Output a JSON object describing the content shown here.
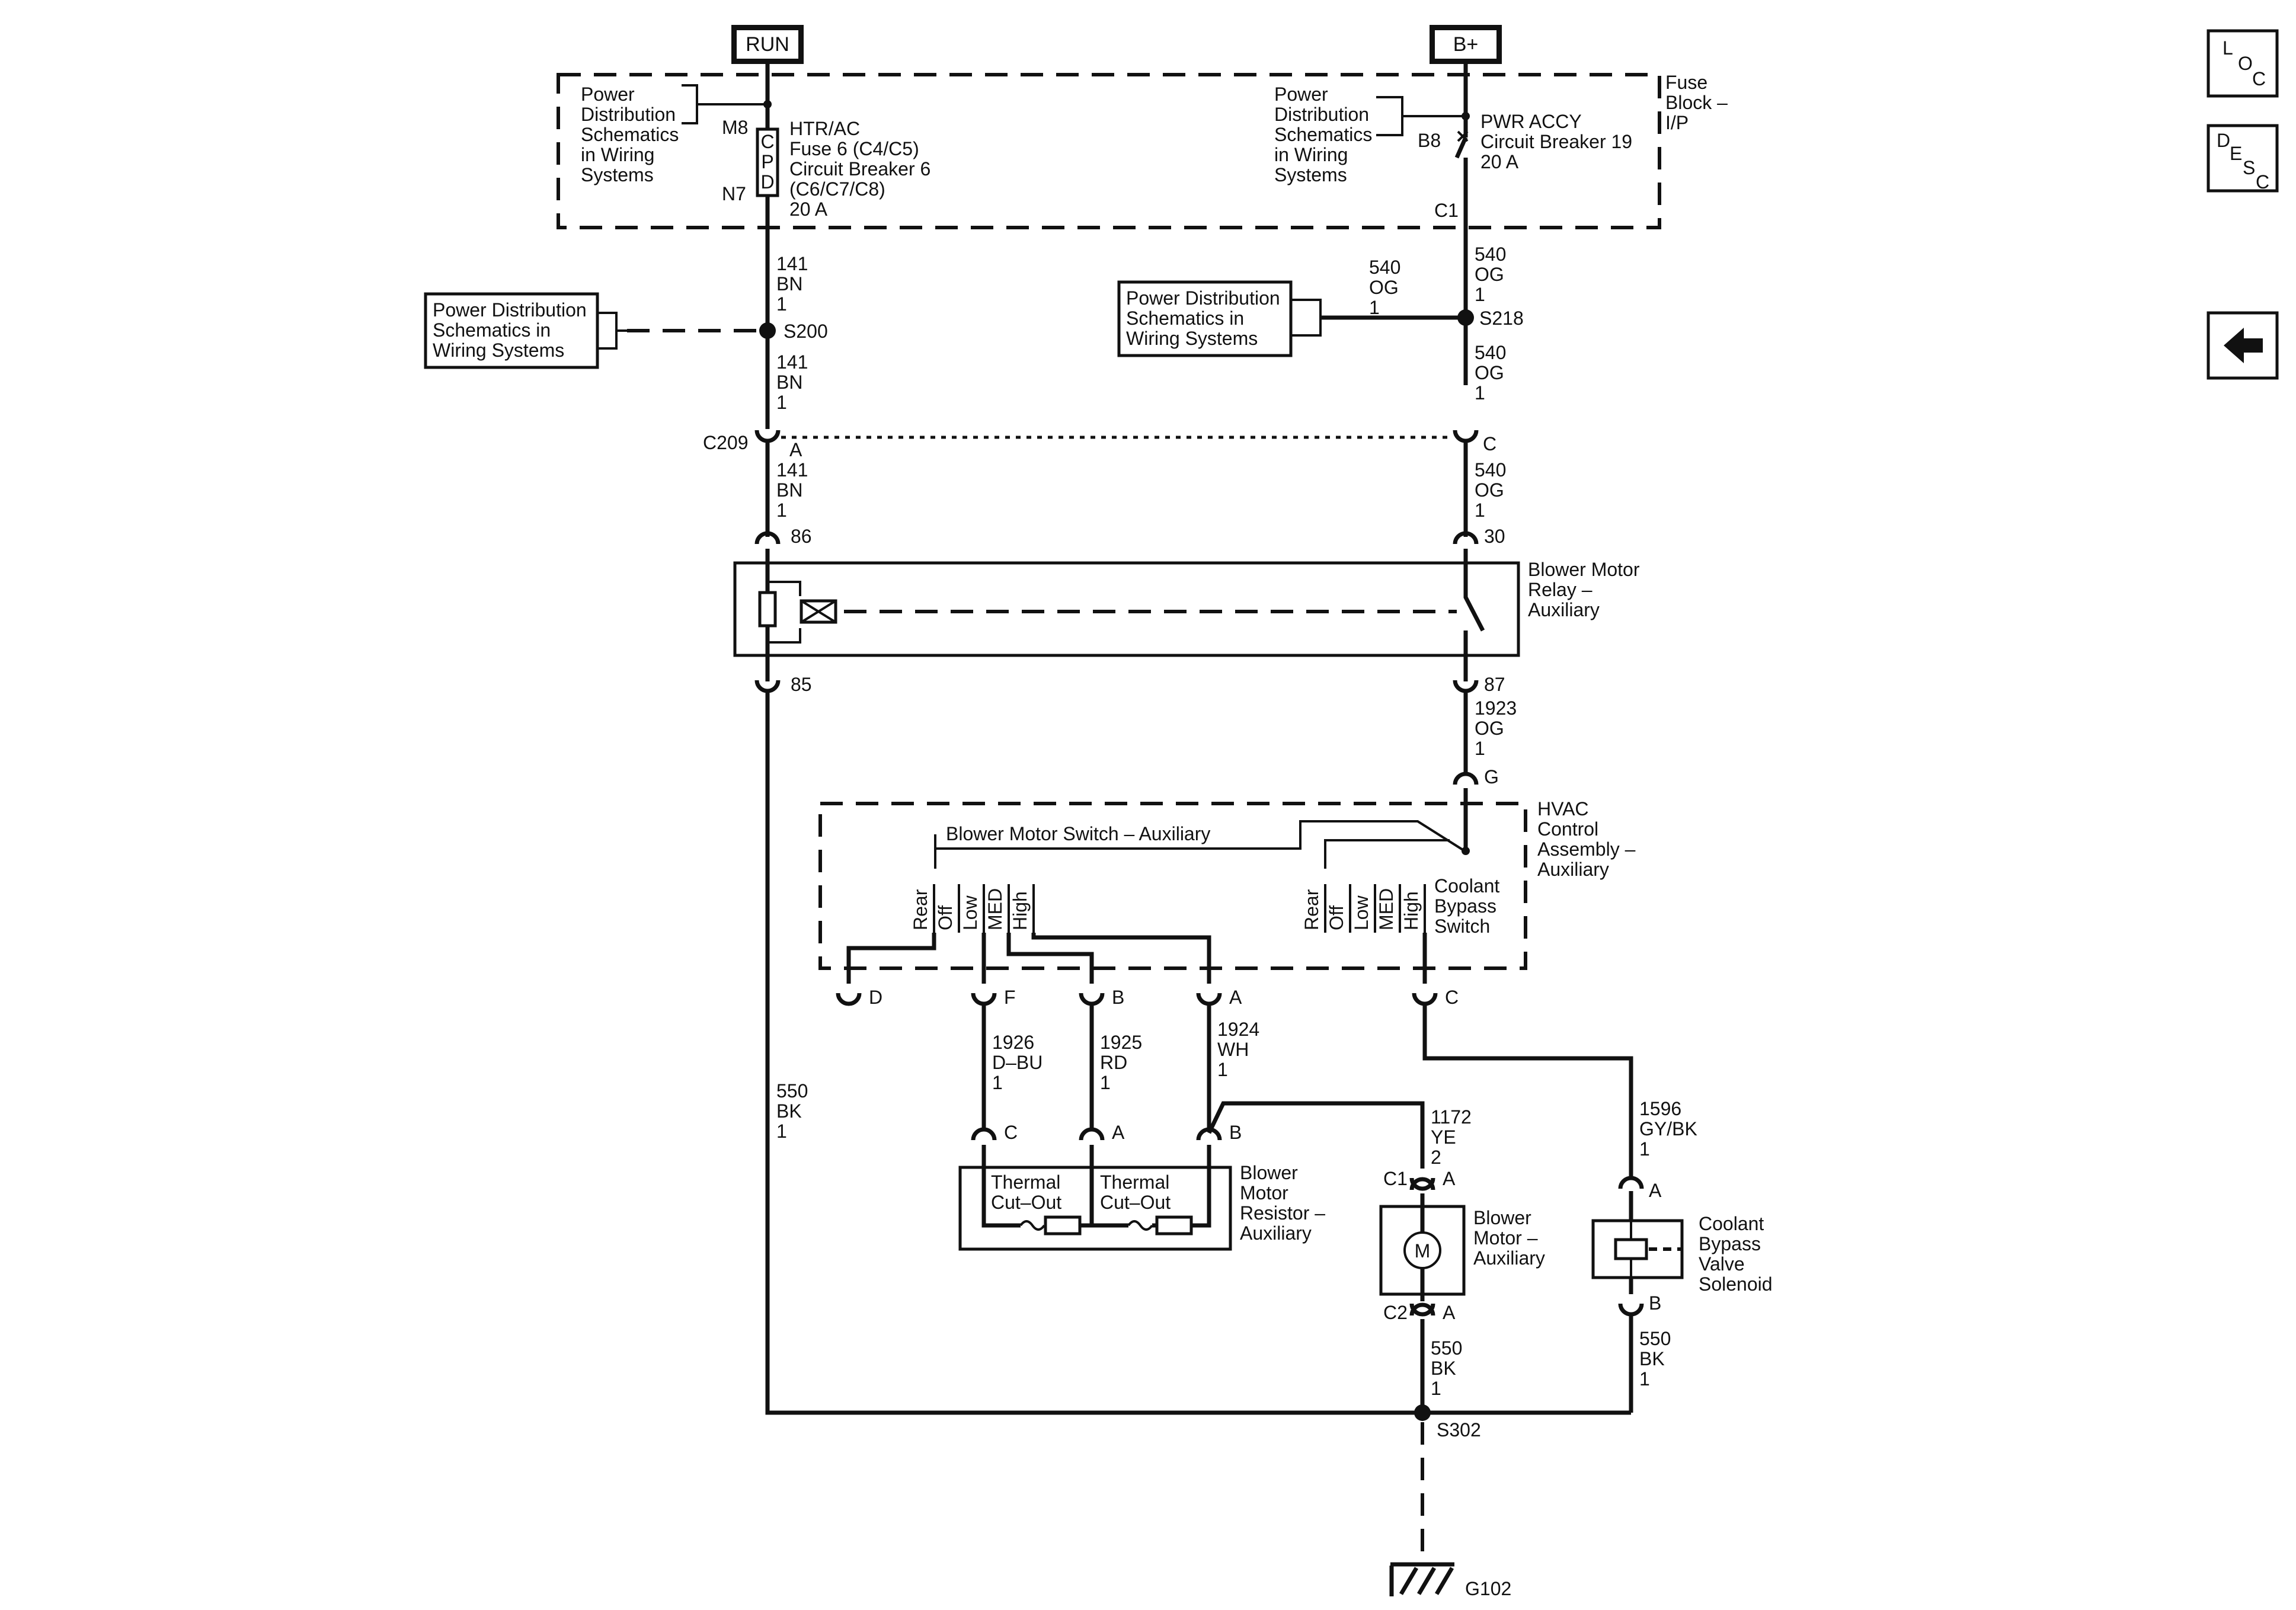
{
  "terminals": {
    "run": "RUN",
    "bplus": "B+"
  },
  "nav_buttons": {
    "loc": [
      "L",
      "O",
      "C"
    ],
    "desc": [
      "D",
      "E",
      "S",
      "C"
    ],
    "back_icon": "arrow-left-icon"
  },
  "fuse_block": {
    "label": [
      "Fuse",
      "Block –",
      "I/P"
    ],
    "left_ref": [
      "Power",
      "Distribution",
      "Schematics",
      "in Wiring",
      "Systems"
    ],
    "right_ref": [
      "Power",
      "Distribution",
      "Schematics",
      "in Wiring",
      "Systems"
    ],
    "cpd_letters": [
      "C",
      "P",
      "D"
    ],
    "left_pins": {
      "top": "M8",
      "bottom": "N7"
    },
    "left_fuse": [
      "HTR/AC",
      "Fuse 6 (C4/C5)",
      "Circuit Breaker 6",
      "(C6/C7/C8)",
      "20 A"
    ],
    "right_pins": {
      "top": "B8",
      "bottom": "C1"
    },
    "right_breaker": [
      "PWR ACCY",
      "Circuit Breaker 19",
      "20 A"
    ]
  },
  "splices": {
    "s200": "S200",
    "s218": "S218",
    "s302": "S302"
  },
  "splice_refs": {
    "s200": [
      "Power Distribution",
      "Schematics in",
      "Wiring  Systems"
    ],
    "s218": [
      "Power Distribution",
      "Schematics in",
      "Wiring  Systems"
    ]
  },
  "wires": {
    "w141": [
      "141",
      "BN",
      "1"
    ],
    "w540": [
      "540",
      "OG",
      "1"
    ],
    "w1923": [
      "1923",
      "OG",
      "1"
    ],
    "w550": [
      "550",
      "BK",
      "1"
    ],
    "w1926": [
      "1926",
      "D–BU",
      "1"
    ],
    "w1925": [
      "1925",
      "RD",
      "1"
    ],
    "w1924": [
      "1924",
      "WH",
      "1"
    ],
    "w1172": [
      "1172",
      "YE",
      "2"
    ],
    "w1596": [
      "1596",
      "GY/BK",
      "1"
    ]
  },
  "connectors": {
    "c209": "C209",
    "a": "A",
    "b": "B",
    "c": "C",
    "d": "D",
    "f": "F",
    "g": "G",
    "p86": "86",
    "p30": "30",
    "p85": "85",
    "p87": "87",
    "c1": "C1",
    "c2": "C2"
  },
  "relay": {
    "label": [
      "Blower Motor",
      "Relay –",
      "Auxiliary"
    ]
  },
  "hvac": {
    "label": [
      "HVAC",
      "Control",
      "Assembly –",
      "Auxiliary"
    ],
    "switch_label": "Blower Motor Switch – Auxiliary",
    "positions": [
      "Rear",
      "Off",
      "Low",
      "MED",
      "High"
    ],
    "coolant_positions": [
      "Rear",
      "Off",
      "Low",
      "MED",
      "High"
    ],
    "coolant_switch_label": [
      "Coolant",
      "Bypass",
      "Switch"
    ]
  },
  "resistor": {
    "label": [
      "Blower",
      "Motor",
      "Resistor –",
      "Auxiliary"
    ],
    "cutout1": [
      "Thermal",
      "Cut–Out"
    ],
    "cutout2": [
      "Thermal",
      "Cut–Out"
    ]
  },
  "motor": {
    "label": [
      "Blower",
      "Motor –",
      "Auxiliary"
    ],
    "symbol": "M"
  },
  "solenoid": {
    "label": [
      "Coolant",
      "Bypass",
      "Valve",
      "Solenoid"
    ]
  },
  "ground": {
    "label": "G102"
  }
}
